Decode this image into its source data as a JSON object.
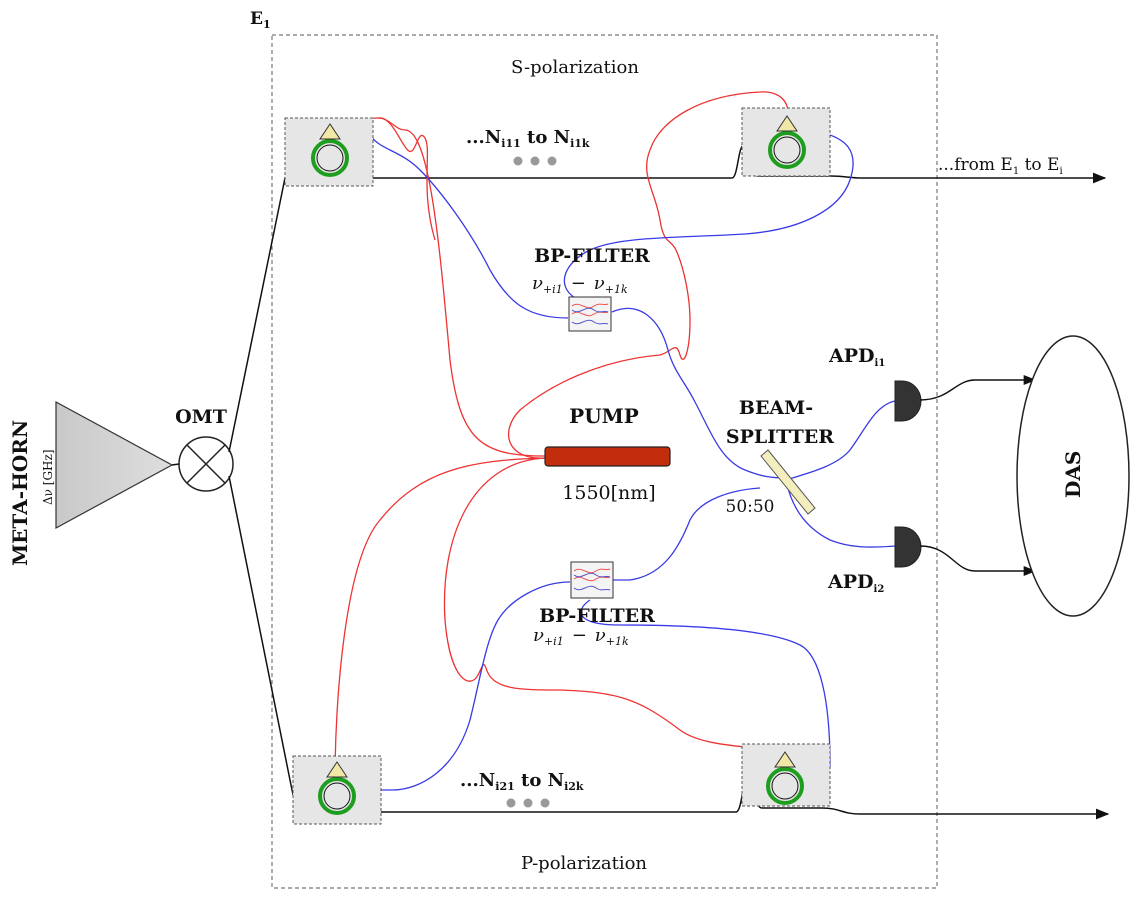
{
  "labels": {
    "enclosure": "E",
    "enclosure_sub": "1",
    "s_polarization": "S-polarization",
    "p_polarization": "P-polarization",
    "horn_main": "META-HORN",
    "horn_sub": "Δν [GHz]",
    "omt": "OMT",
    "pump": "PUMP",
    "pump_wavelength": "1550[nm]",
    "beamsplitter_1": "BEAM-",
    "beamsplitter_2": "SPLITTER",
    "ratio": "50:50",
    "das": "DAS",
    "apd": "APD",
    "apd1_sub": "i1",
    "apd2_sub": "i2",
    "bp_filter_top": "BP-FILTER",
    "bp_filter_bottom": "BP-FILTER",
    "nu_plus": "ν",
    "nu_sub_a": "+i1",
    "nu_sub_b": "+1k",
    "top_chain": {
      "p1": "...N",
      "s1": "i11",
      "p2": " to N",
      "s2": "i1k"
    },
    "bottom_chain": {
      "p1": "...N",
      "s1": "i21",
      "p2": " to N",
      "s2": "i2k"
    },
    "output_from": "...from E",
    "output_from_sub1": "1",
    "output_to": " to E",
    "output_to_sub": "i"
  },
  "colors": {
    "pump_line": "#ee3333",
    "signal_line": "#3a3ae6",
    "pump_bar": "#c22d0e",
    "ring": "#1e9e1e",
    "detector": "#333333",
    "module_bg": "#e6e6e6"
  }
}
